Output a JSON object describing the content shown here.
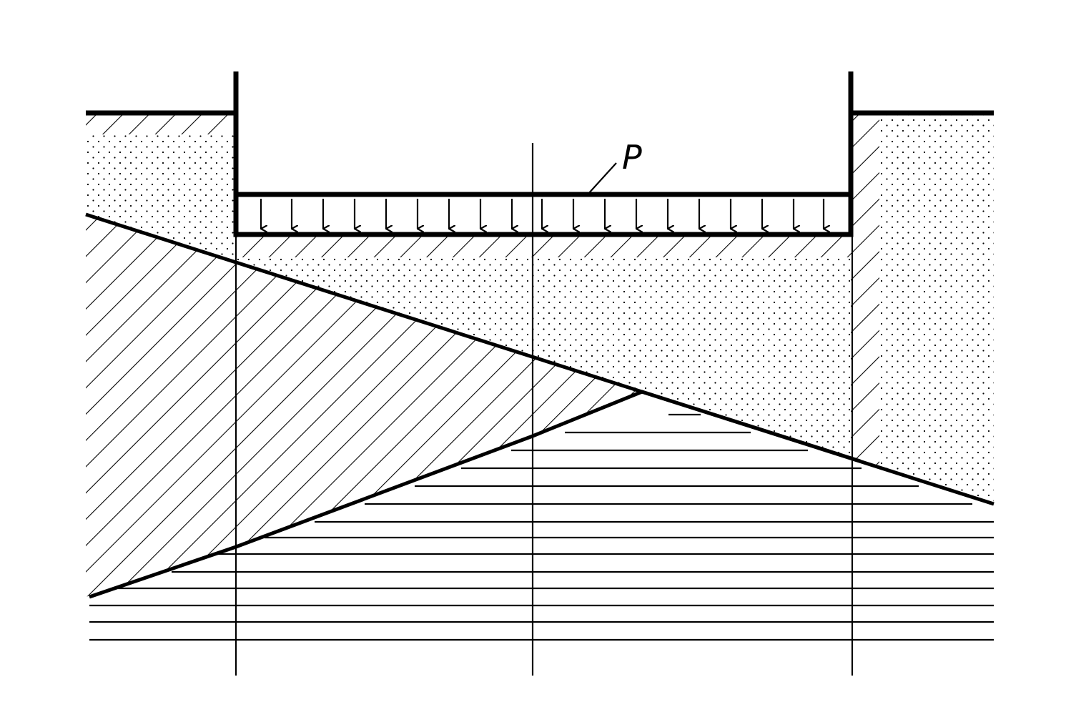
{
  "diagram": {
    "load_label": "P",
    "colors": {
      "ink": "#000000",
      "paper": "#ffffff"
    },
    "patterns": [
      "diagonal-hatch",
      "dot-stipple",
      "horizontal-lines"
    ]
  }
}
